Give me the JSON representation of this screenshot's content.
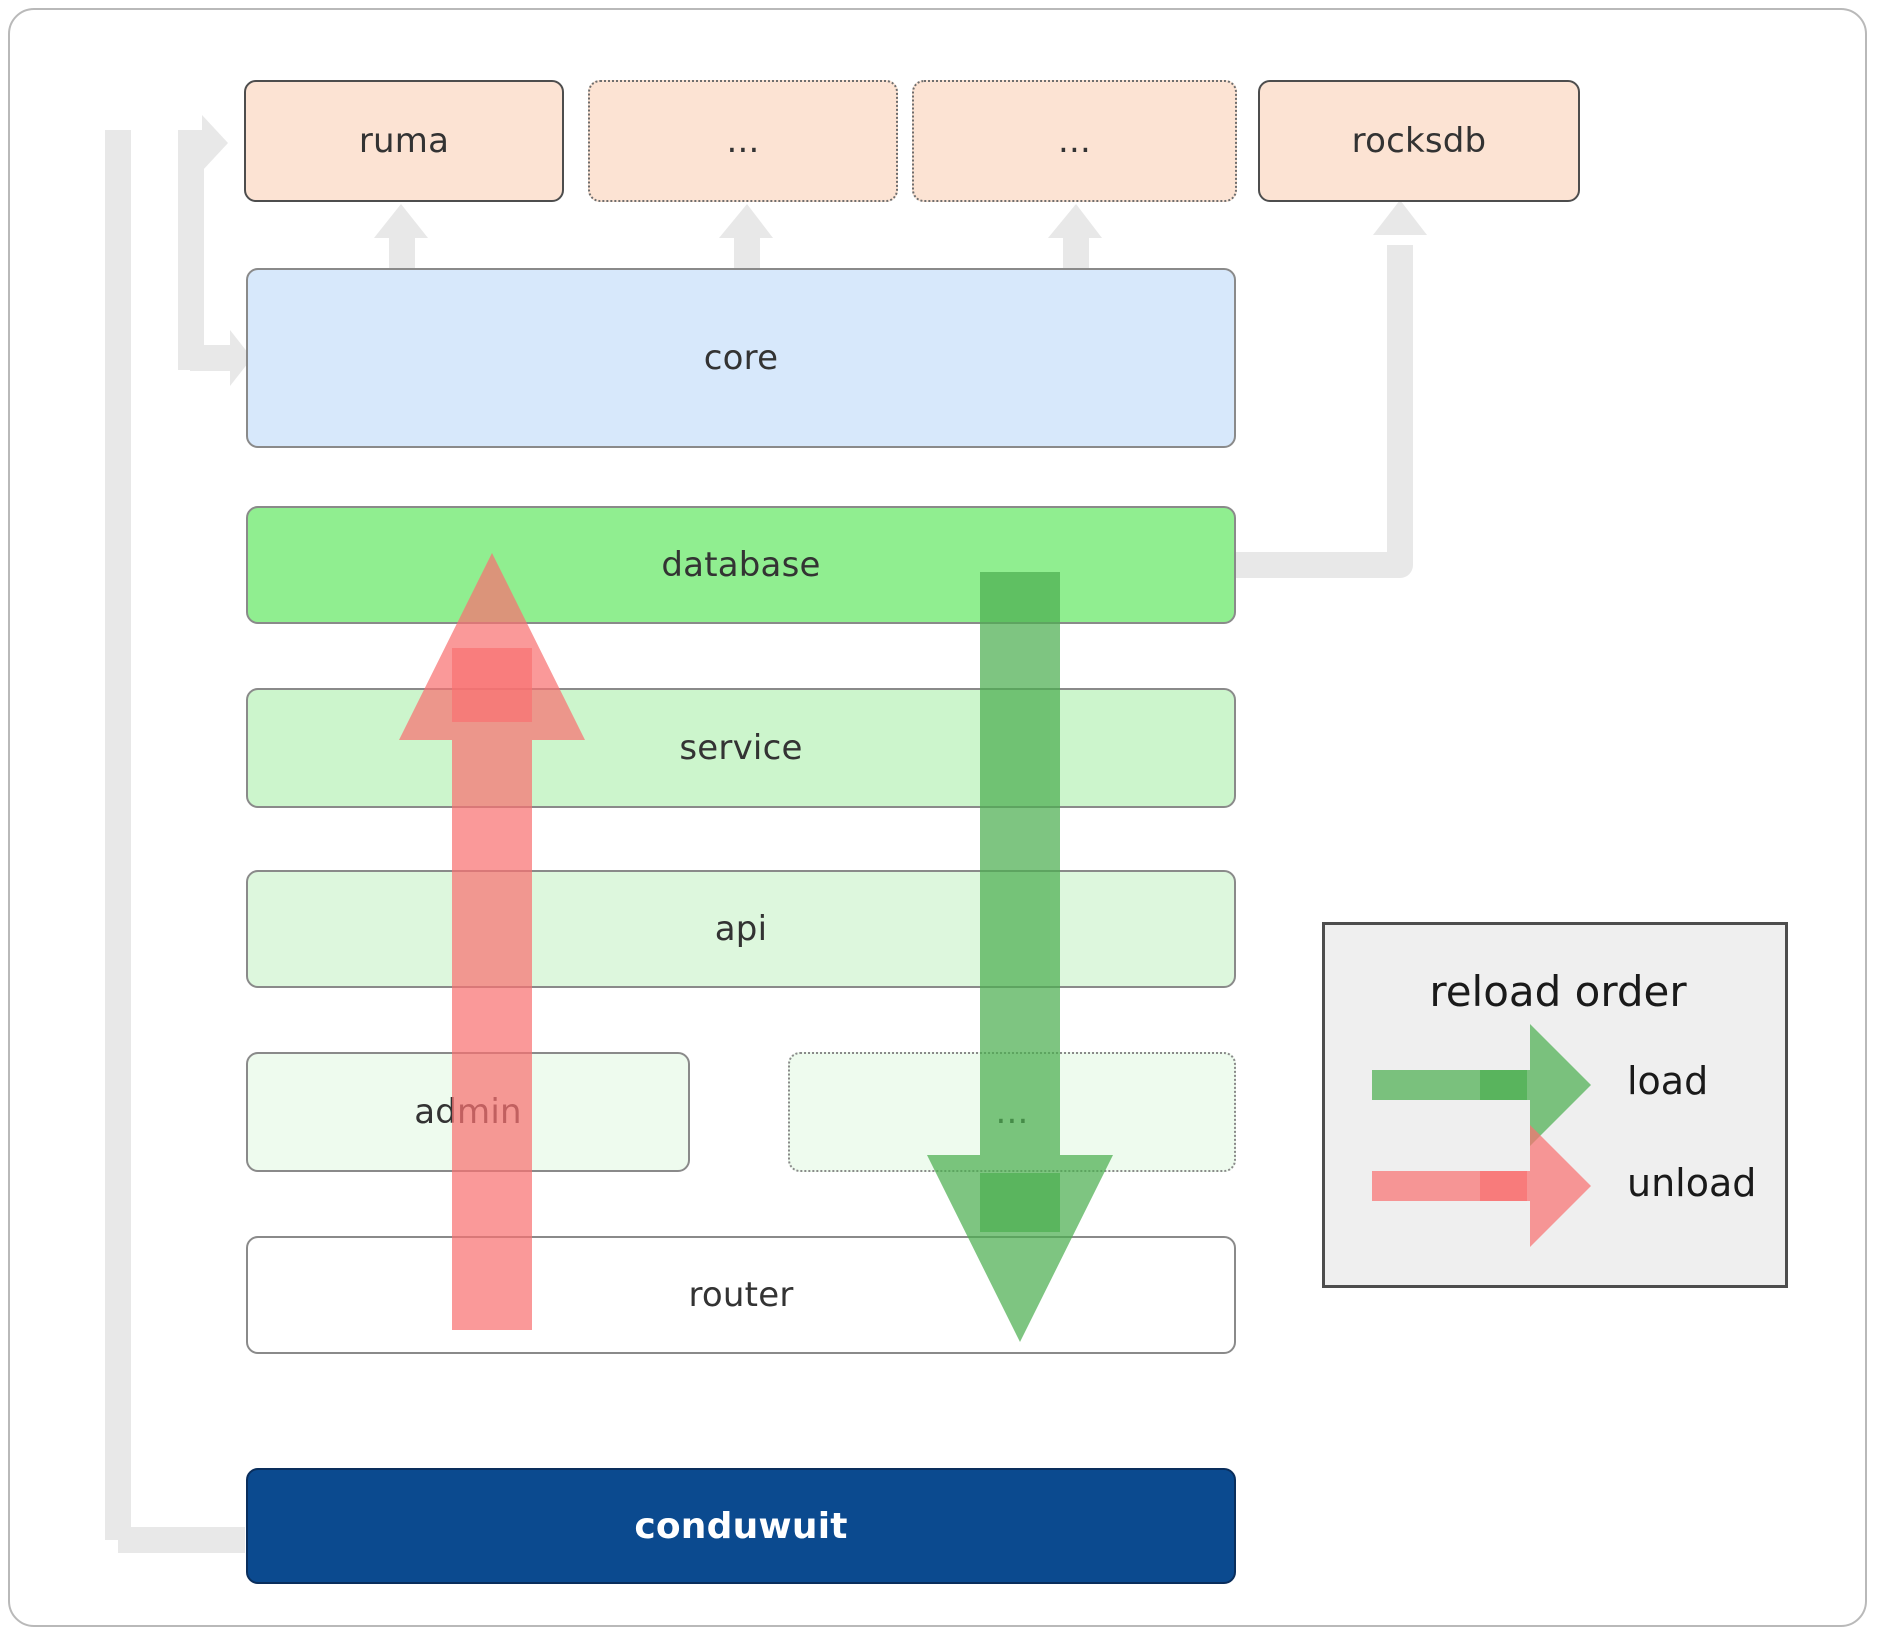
{
  "diagram": {
    "title": "conduwuit crate architecture / reload order",
    "colors": {
      "orange": "#fce3d3",
      "blue": "#d7e8fb",
      "green_strong": "#90ee90",
      "green_mid": "#ccf5cc",
      "green_light": "#ddf7dd",
      "green_faint": "#eefbee",
      "navy": "#0b4a8f",
      "connector_grey": "#e8e8e8",
      "load_arrow": "#4caf50",
      "unload_arrow": "#f87171",
      "legend_bg": "#efefef"
    },
    "top_row": [
      {
        "id": "ruma",
        "label": "ruma",
        "style": "solid"
      },
      {
        "id": "ellipsis1",
        "label": "...",
        "style": "dotted"
      },
      {
        "id": "ellipsis2",
        "label": "...",
        "style": "dotted"
      },
      {
        "id": "rocksdb",
        "label": "rocksdb",
        "style": "solid"
      }
    ],
    "layers": [
      {
        "id": "core",
        "label": "core",
        "fill": "blue",
        "style": "thin"
      },
      {
        "id": "database",
        "label": "database",
        "fill": "g1",
        "style": "thin"
      },
      {
        "id": "service",
        "label": "service",
        "fill": "g2",
        "style": "thin"
      },
      {
        "id": "api",
        "label": "api",
        "fill": "g3",
        "style": "thin"
      },
      {
        "id": "admin",
        "label": "admin",
        "fill": "g4",
        "style": "thin"
      },
      {
        "id": "plugins",
        "label": "...",
        "fill": "g4",
        "style": "thin-dotted"
      },
      {
        "id": "router",
        "label": "router",
        "fill": "white",
        "style": "thin"
      }
    ],
    "root": {
      "id": "conduwuit",
      "label": "conduwuit"
    },
    "legend": {
      "title": "reload order",
      "entries": [
        {
          "id": "load",
          "label": "load",
          "color": "#4caf50"
        },
        {
          "id": "unload",
          "label": "unload",
          "color": "#f87171"
        }
      ]
    },
    "arrows": [
      {
        "id": "unload-arrow",
        "direction": "up",
        "color": "#f87171",
        "meaning": "unload"
      },
      {
        "id": "load-arrow",
        "direction": "down",
        "color": "#4caf50",
        "meaning": "load"
      }
    ]
  }
}
